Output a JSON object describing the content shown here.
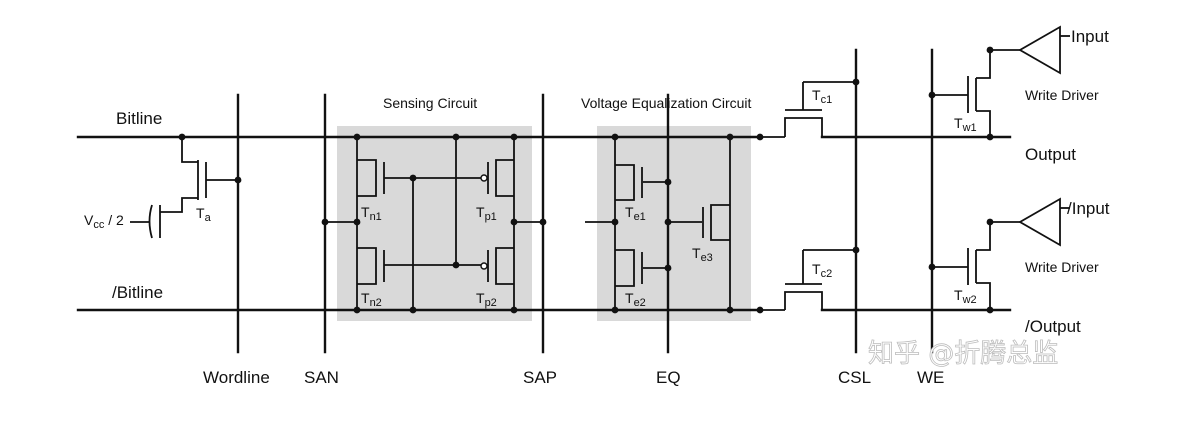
{
  "labels": {
    "bitline": "Bitline",
    "bitline_bar": "/Bitline",
    "wordline": "Wordline",
    "san": "SAN",
    "sap": "SAP",
    "eq": "EQ",
    "csl": "CSL",
    "we": "WE",
    "sensing_circuit": "Sensing Circuit",
    "voltage_eq_circuit": "Voltage Equalization Circuit",
    "vcc_half": "V",
    "vcc_half_sub": "cc",
    "vcc_half_tail": " / 2",
    "input": "Input",
    "input_bar": "/Input",
    "output": "Output",
    "output_bar": "/Output",
    "write_driver_1": "Write Driver",
    "write_driver_2": "Write Driver"
  },
  "transistors": {
    "ta": {
      "main": "T",
      "sub": "a"
    },
    "tn1": {
      "main": "T",
      "sub": "n1"
    },
    "tn2": {
      "main": "T",
      "sub": "n2"
    },
    "tp1": {
      "main": "T",
      "sub": "p1"
    },
    "tp2": {
      "main": "T",
      "sub": "p2"
    },
    "te1": {
      "main": "T",
      "sub": "e1"
    },
    "te2": {
      "main": "T",
      "sub": "e2"
    },
    "te3": {
      "main": "T",
      "sub": "e3"
    },
    "tc1": {
      "main": "T",
      "sub": "c1"
    },
    "tc2": {
      "main": "T",
      "sub": "c2"
    },
    "tw1": {
      "main": "T",
      "sub": "w1"
    },
    "tw2": {
      "main": "T",
      "sub": "w2"
    }
  },
  "watermark": "知乎 @折腾总监"
}
